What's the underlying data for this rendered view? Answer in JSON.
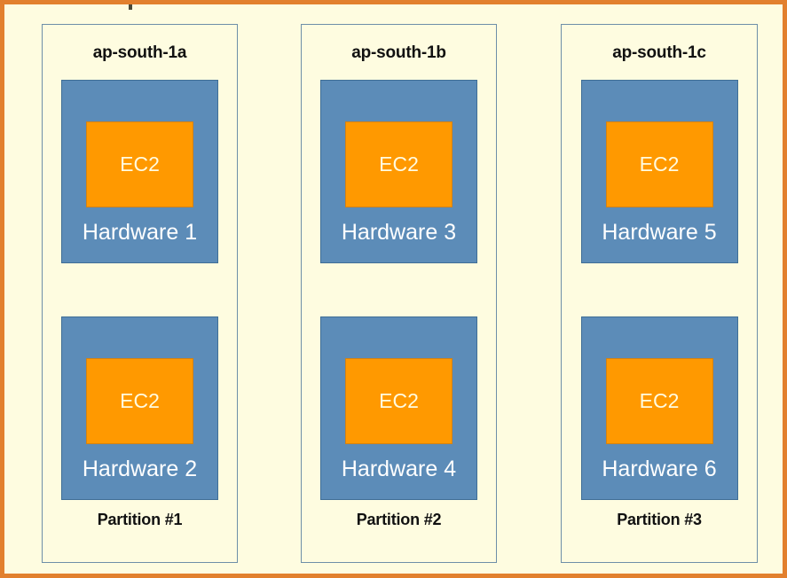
{
  "diagram": {
    "frame": {
      "border_color": "#E2802E",
      "background_color": "#FEFCE0"
    },
    "palette": {
      "hardware_fill": "#5C8CB8",
      "hardware_border": "#3F6E96",
      "ec2_fill": "#FF9900",
      "ec2_border": "#D38212",
      "panel_border": "#6E8FA8",
      "ec2_text": "#FFFBE0",
      "hardware_text": "#FFFFFF",
      "heading_text": "#111111"
    },
    "zones": [
      {
        "title": "ap-south-1a",
        "partition": "Partition #1",
        "hardware": [
          {
            "name": "Hardware 1",
            "instance": "EC2"
          },
          {
            "name": "Hardware 2",
            "instance": "EC2"
          }
        ]
      },
      {
        "title": "ap-south-1b",
        "partition": "Partition #2",
        "hardware": [
          {
            "name": "Hardware 3",
            "instance": "EC2"
          },
          {
            "name": "Hardware 4",
            "instance": "EC2"
          }
        ]
      },
      {
        "title": "ap-south-1c",
        "partition": "Partition #3",
        "hardware": [
          {
            "name": "Hardware 5",
            "instance": "EC2"
          },
          {
            "name": "Hardware 6",
            "instance": "EC2"
          }
        ]
      }
    ]
  }
}
